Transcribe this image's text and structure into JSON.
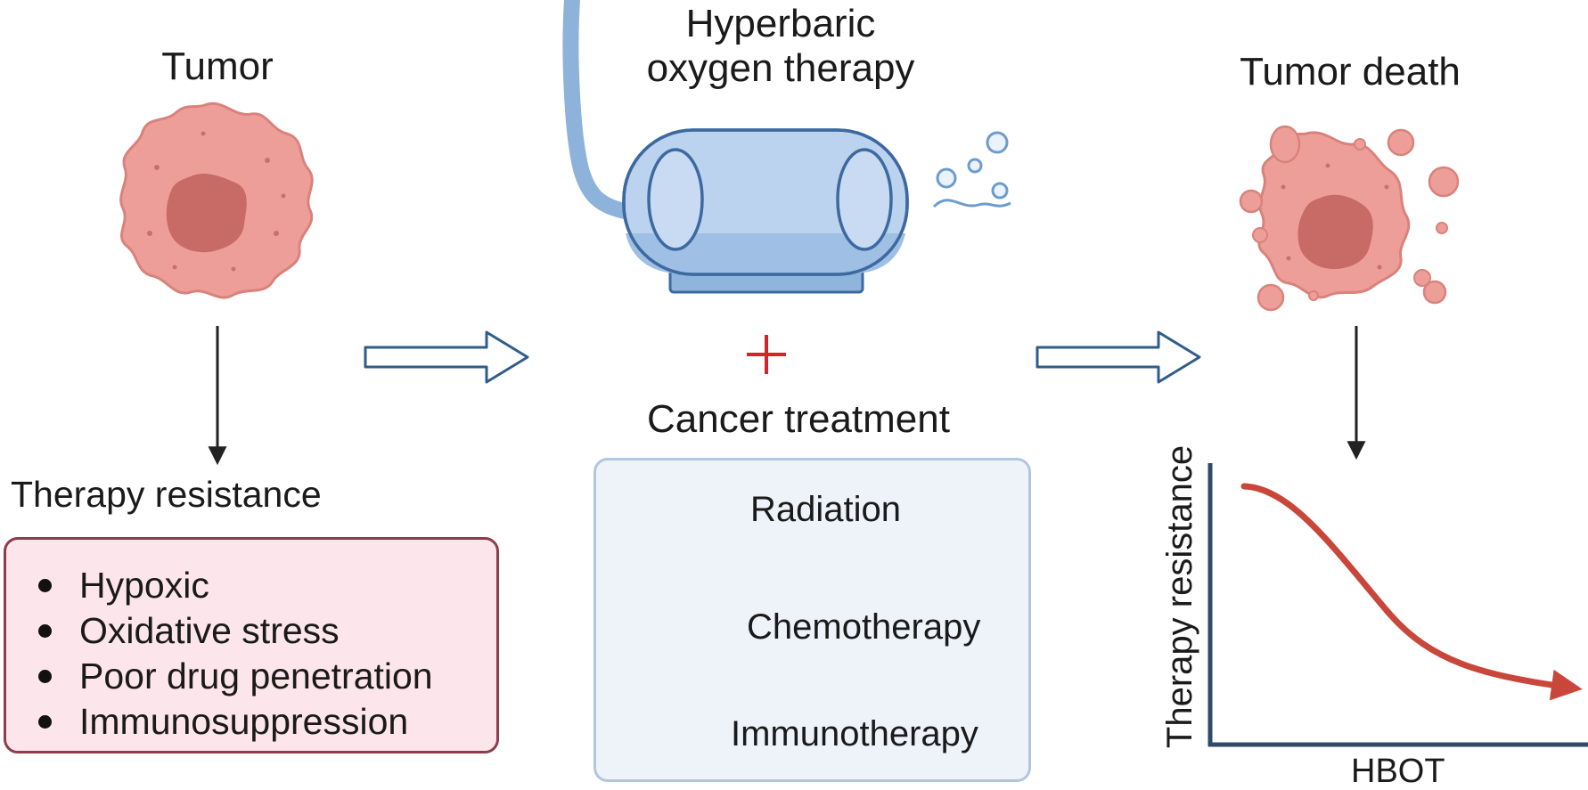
{
  "tumor": {
    "label": "Tumor"
  },
  "therapy_resistance": {
    "heading": "Therapy resistance",
    "items": [
      "Hypoxic",
      "Oxidative stress",
      "Poor drug penetration",
      "Immunosuppression"
    ]
  },
  "hbot": {
    "label_line1": "Hyperbaric",
    "label_line2": "oxygen therapy"
  },
  "plus_sign": "+",
  "cancer_treatment": {
    "heading": "Cancer treatment",
    "items": [
      {
        "label": "Radiation",
        "icon": "radiation-icon"
      },
      {
        "label": "Chemotherapy",
        "icon": "pill-bottle-icon"
      },
      {
        "label": "Immunotherapy",
        "icon": "immune-cells-icon"
      }
    ]
  },
  "tumor_death": {
    "label": "Tumor death"
  },
  "resistance_curve": {
    "ylabel": "Therapy resistance",
    "xlabel": "HBOT",
    "trend": "decreasing"
  },
  "colors": {
    "tumor_fill": "#ee9e98",
    "tumor_core": "#c86b66",
    "chamber_fill": "#bcd3ef",
    "chamber_stroke": "#3c6aa0",
    "arrow_stroke": "#2f5d8a",
    "plus": "#d0252a",
    "curve": "#c8473a"
  }
}
